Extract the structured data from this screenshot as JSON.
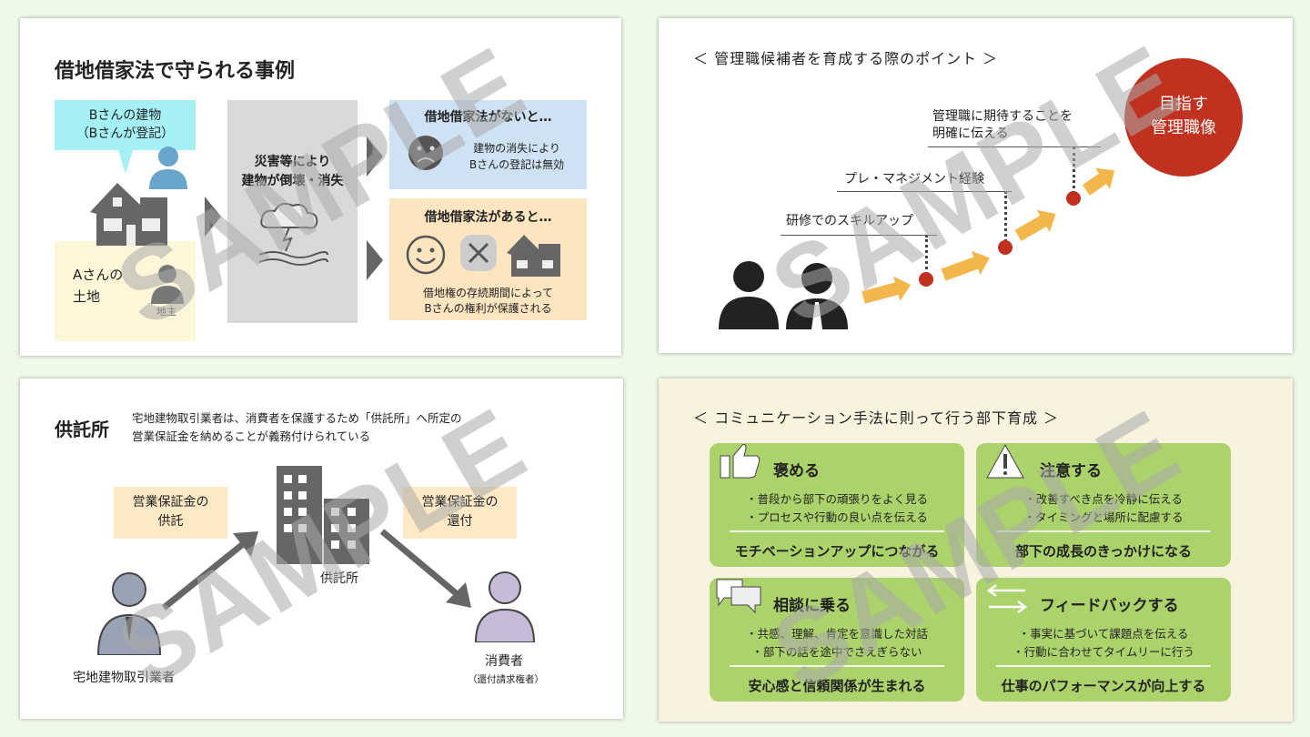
{
  "watermark": "SAMPLE",
  "slide1": {
    "title": "借地借家法で守られる事例",
    "building_owner": [
      "Bさんの建物",
      "（Bさんが登記）"
    ],
    "land_owner": [
      "Aさんの",
      "土地"
    ],
    "landlord_label": "地主",
    "disaster": [
      "災害等により",
      "建物が倒壊・消失"
    ],
    "without_law": {
      "title": "借地借家法がないと…",
      "text": [
        "建物の消失により",
        "Bさんの登記は無効"
      ]
    },
    "with_law": {
      "title": "借地借家法があると…",
      "text": [
        "借地権の存続期間によって",
        "Bさんの権利が保護される"
      ]
    }
  },
  "slide2": {
    "title": "＜ 管理職候補者を育成する際のポイント ＞",
    "goal": [
      "目指す",
      "管理職像"
    ],
    "steps": [
      {
        "label": [
          "研修でのスキルアップ"
        ]
      },
      {
        "label": [
          "プレ・マネジメント経験"
        ]
      },
      {
        "label": [
          "管理職に期待することを",
          "明確に伝える"
        ]
      }
    ]
  },
  "slide3": {
    "title": "供託所",
    "description": [
      "宅地建物取引業者は、消費者を保護するため「供託所」へ所定の",
      "営業保証金を納めることが義務付けられている"
    ],
    "deposit": [
      "営業保証金の",
      "供託"
    ],
    "refund": [
      "営業保証金の",
      "還付"
    ],
    "office_label": "供託所",
    "dealer_label": "宅地建物取引業者",
    "consumer_label": "消費者",
    "consumer_sub": "（還付請求権者）"
  },
  "slide4": {
    "title": "＜ コミュニケーション手法に則って行う部下育成 ＞",
    "cards": [
      {
        "title": "褒める",
        "lines": [
          "・普段から部下の頑張りをよく見る",
          "・プロセスや行動の良い点を伝える"
        ],
        "result": "モチベーションアップにつながる",
        "icon": "thumbs-up-icon"
      },
      {
        "title": "注意する",
        "lines": [
          "・改善すべき点を冷静に伝える",
          "・タイミングと場所に配慮する"
        ],
        "result": "部下の成長のきっかけになる",
        "icon": "warning-icon"
      },
      {
        "title": "相談に乗る",
        "lines": [
          "・共感、理解、肯定を意識した対話",
          "・部下の話を途中でさえぎらない"
        ],
        "result": "安心感と信頼関係が生まれる",
        "icon": "speech-bubbles-icon"
      },
      {
        "title": "フィードバックする",
        "lines": [
          "・事実に基づいて課題点を伝える",
          "・行動に合わせてタイムリーに行う"
        ],
        "result": "仕事のパフォーマンスが向上する",
        "icon": "exchange-arrows-icon"
      }
    ]
  },
  "colors": {
    "bg": "#eff9e8",
    "red": "#c0311f",
    "green_card": "#acd26b",
    "cream": "#f7f3df",
    "cyan": "#a5f0f5",
    "blue": "#cfe2f3",
    "orange": "#fde5c0"
  }
}
